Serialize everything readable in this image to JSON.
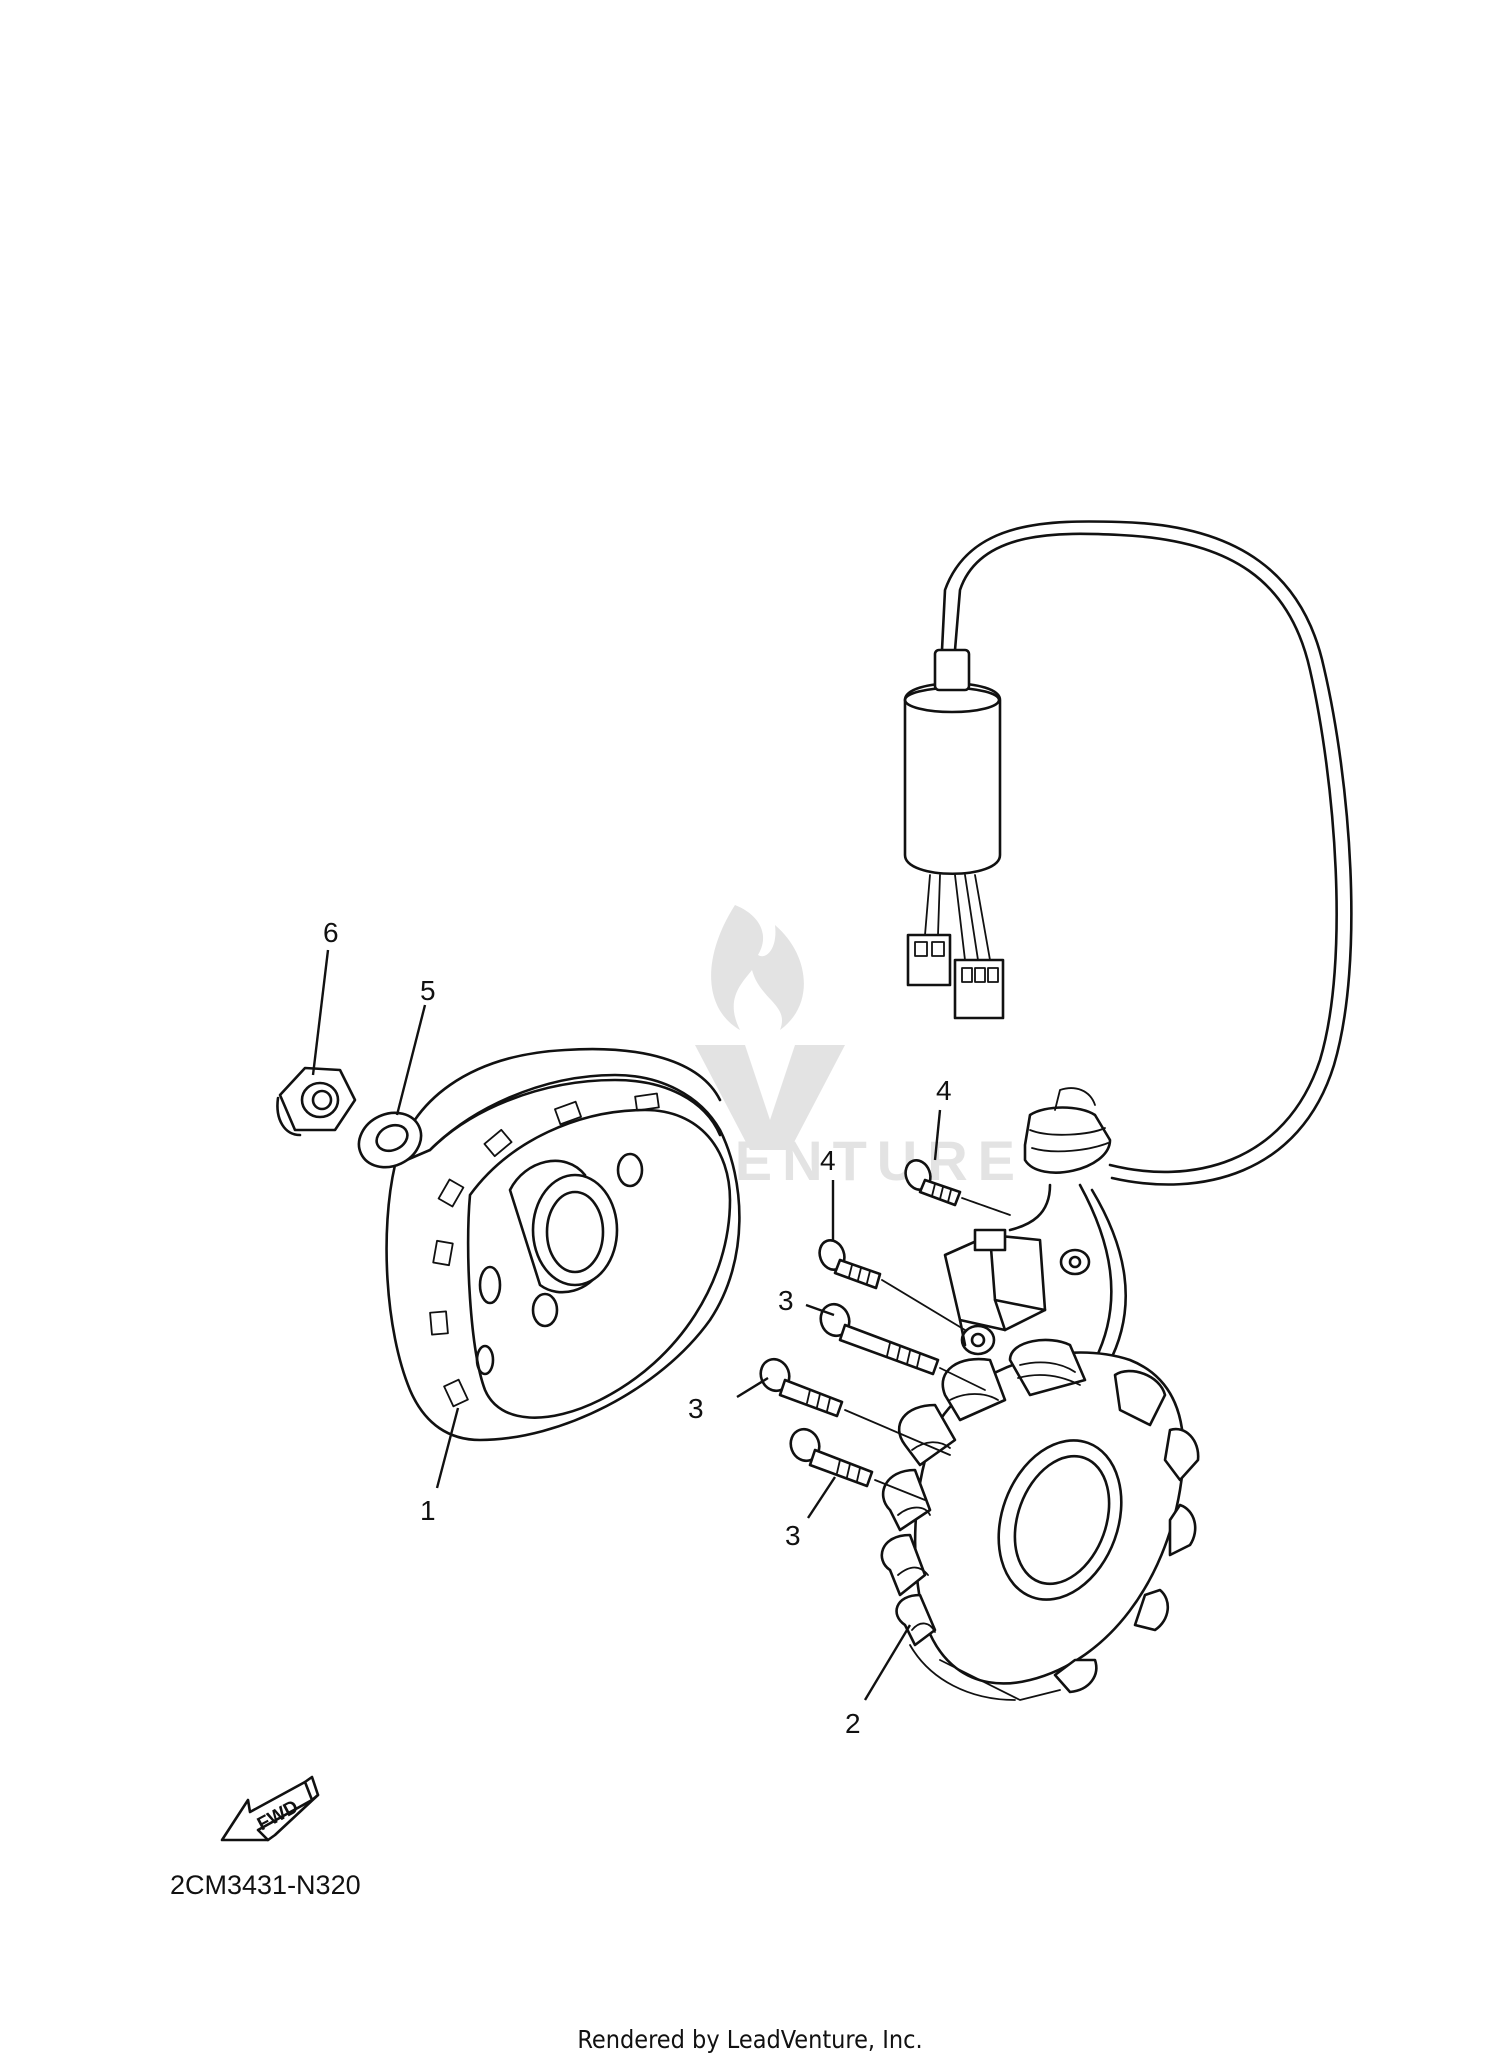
{
  "diagram": {
    "callouts": [
      {
        "id": "1",
        "label": "1"
      },
      {
        "id": "2",
        "label": "2"
      },
      {
        "id": "3a",
        "label": "3"
      },
      {
        "id": "3b",
        "label": "3"
      },
      {
        "id": "3c",
        "label": "3"
      },
      {
        "id": "4a",
        "label": "4"
      },
      {
        "id": "4b",
        "label": "4"
      },
      {
        "id": "5",
        "label": "5"
      },
      {
        "id": "6",
        "label": "6"
      }
    ],
    "fwd_label": "FWD",
    "part_code": "2CM3431-N320",
    "watermark": "LEADVENTURE",
    "footer": "Rendered by LeadVenture, Inc."
  }
}
